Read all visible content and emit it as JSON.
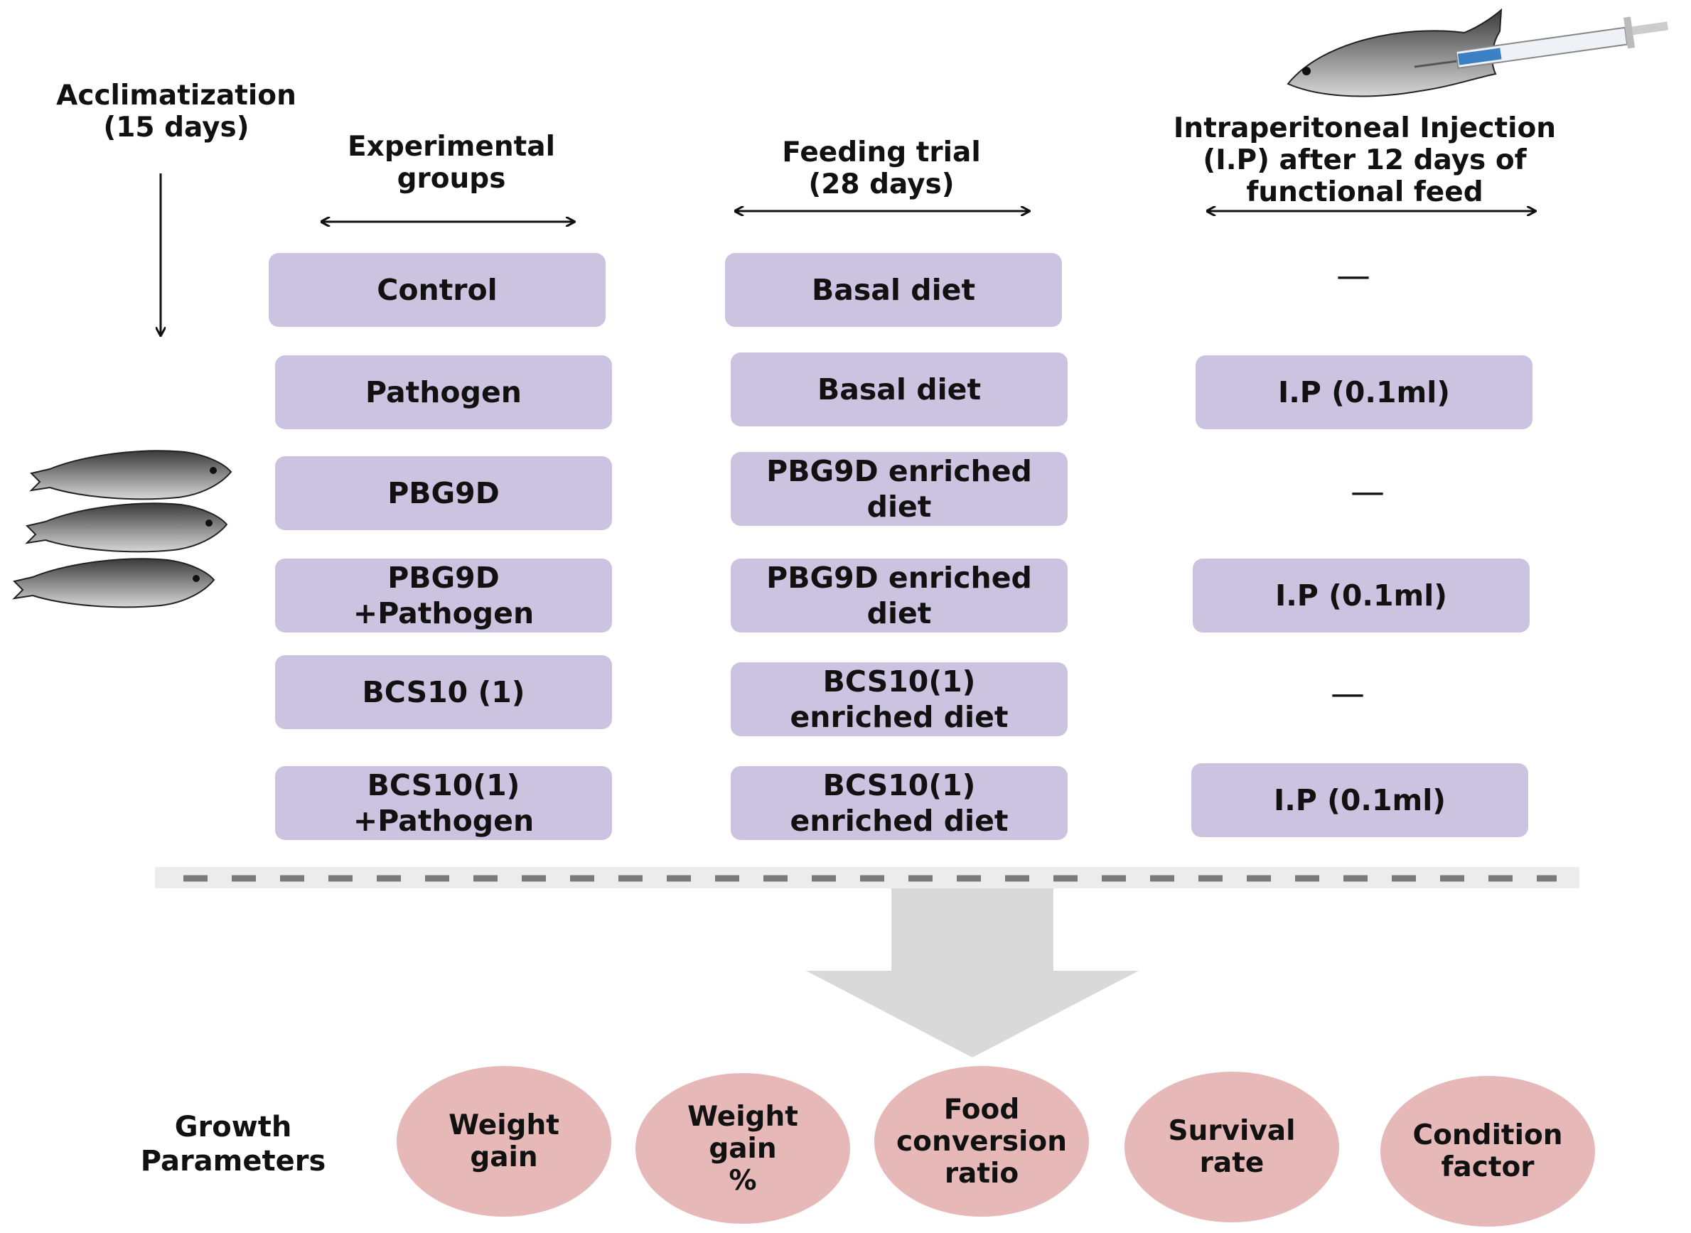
{
  "headers": {
    "acclimatization": "Acclimatization\n(15 days)",
    "experimental_groups": "Experimental\ngroups",
    "feeding_trial": "Feeding trial\n(28 days)",
    "injection": "Intraperitoneal Injection\n(I.P) after 12 days of\nfunctional feed"
  },
  "groups": [
    "Control",
    "Pathogen",
    "PBG9D",
    "PBG9D\n+Pathogen",
    "BCS10 (1)",
    "BCS10(1)\n+Pathogen"
  ],
  "diets": [
    "Basal diet",
    "Basal diet",
    "PBG9D enriched\ndiet",
    "PBG9D enriched\ndiet",
    "BCS10(1)\nenriched diet",
    "BCS10(1)\nenriched diet"
  ],
  "injections": [
    "—",
    "I.P (0.1ml)",
    "—",
    "I.P (0.1ml)",
    "—",
    "I.P (0.1ml)"
  ],
  "growth": {
    "label": "Growth\nParameters",
    "items": [
      "Weight\ngain",
      "Weight\ngain\n%",
      "Food\nconversion\nratio",
      "Survival\nrate",
      "Condition\nfactor"
    ]
  },
  "colors": {
    "box": "#cbc3e0",
    "oval": "#e7b8b8",
    "arrow": "#d9d9d9"
  }
}
